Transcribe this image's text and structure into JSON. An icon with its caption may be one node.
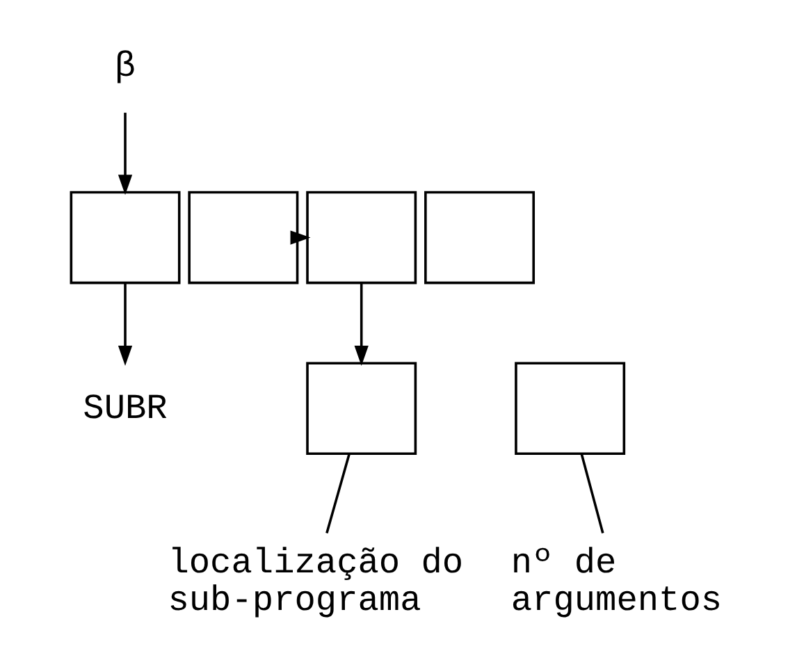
{
  "diagram": {
    "nodes": [
      {
        "text": [
          "β"
        ]
      },
      {
        "text": [],
        "shape": "box"
      },
      {
        "text": [],
        "shape": "box"
      },
      {
        "text": [
          "SUBR"
        ]
      },
      {
        "text": [],
        "shape": "box"
      },
      {
        "text": [],
        "shape": "box"
      },
      {
        "text": [],
        "shape": "box"
      },
      {
        "text": [],
        "shape": "box"
      },
      {
        "text": [
          "localização do sub-programa"
        ]
      },
      {
        "text": [
          "nº de argumentos"
        ]
      }
    ],
    "edges": [
      {
        "from": 0,
        "to": 1,
        "arrow": "to"
      },
      {
        "from": 1,
        "to": 3,
        "arrow": "to"
      },
      {
        "from": 2,
        "to": 4,
        "arrow": "to"
      },
      {
        "from": 4,
        "to": 6,
        "arrow": "to"
      },
      {
        "from": 8,
        "to": 6,
        "arrow": "none"
      },
      {
        "from": 9,
        "to": 7,
        "arrow": "none"
      }
    ]
  }
}
